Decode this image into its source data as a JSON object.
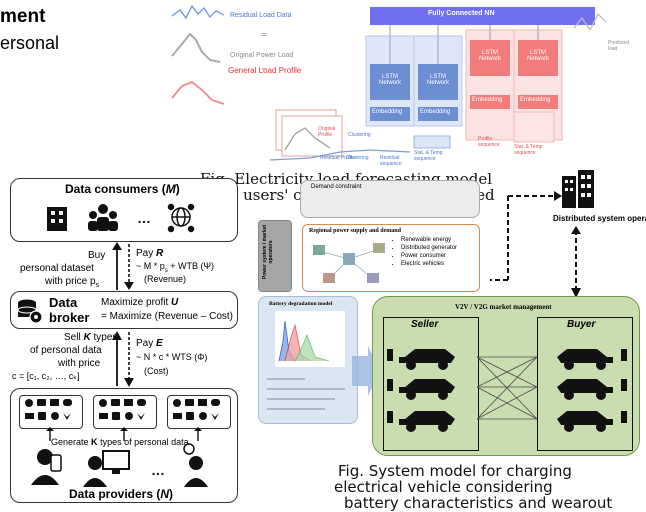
{
  "top_left": {
    "title_fragment": "ment",
    "subtitle_fragment": "ersonal"
  },
  "forecast": {
    "residual_label": "Residual Load Data",
    "equals": "=",
    "original_label": "Original Power Load",
    "minus": "–",
    "general_label": "General Load Profile",
    "fc_label": "Fully Connected NN",
    "lstm": "LSTM Network",
    "embedding": "Embedding",
    "predicted": "Predicted load",
    "original_profile": "Original Profile",
    "residual_profile": "Residual Profile",
    "clustering": "Clustering",
    "residual_sequence": "Residual sequence",
    "stat_temp": "Stat. & Temp sequence",
    "profile_sequence": "Profile sequence",
    "stat_temp2": "Stat. & Temp sequence",
    "caption_line1": "Fig. Electricity load forecasting model",
    "caption_line2": "with users' characteristics considered"
  },
  "market": {
    "consumers_title": "Data consumers (",
    "consumers_M": "M",
    "consumers_close": ")",
    "buy_line1": "Buy",
    "buy_line2": "personal dataset",
    "buy_line3": "with price p",
    "buy_sub": "s",
    "pay_R_label": "Pay",
    "pay_R_var": "R",
    "pay_R_eq": "~ M * p",
    "pay_R_eq2": " + WTB (Ψ)",
    "pay_R_note": "(Revenue)",
    "broker_line1": "Data",
    "broker_line2": "broker",
    "max_line1": "Maximize profit",
    "max_var": "U",
    "max_line2": "= Maximize (Revenue – Cost)",
    "sell_line1a": "Sell",
    "sell_K": "K",
    "sell_line1b": "types",
    "sell_line2": "of personal data",
    "sell_line3": "with price",
    "sell_line4": "c = [c₁, c₂, …, cₖ]",
    "pay_E_label": "Pay",
    "pay_E_var": "E",
    "pay_E_eq": "~ N * c * WTS (Φ)",
    "pay_E_note": "(Cost)",
    "generate_a": "Generate",
    "generate_K": "K",
    "generate_b": "types of personal data",
    "providers_title": "Data providers (",
    "providers_N": "N",
    "providers_close": ")",
    "ellipsis": "…"
  },
  "v2g": {
    "dso_label": "Distributed system operator",
    "ps_operator": "Power system / market operators",
    "regional_title": "Regional power supply and demand",
    "regional_items": [
      "Renewable energy",
      "Distributed generator",
      "Power consumer",
      "Electric vehicles"
    ],
    "demand_constraint": "Demand constraint",
    "battery_title": "Battery degradation model",
    "market_title": "V2V / V2G market management",
    "seller": "Seller",
    "buyer": "Buyer",
    "caption_line1": "Fig. System model for charging",
    "caption_line2": "electrical vehicle considering",
    "caption_line3": "battery characteristics and wearout"
  },
  "colors": {
    "lstm_blue": "#6c8fd4",
    "lstm_red": "#f27b7b",
    "market_green": "#c9ddb0",
    "market_green_border": "#6e9a45",
    "regional_border": "#d98b4a",
    "battery_bg": "#dbe6f3"
  }
}
